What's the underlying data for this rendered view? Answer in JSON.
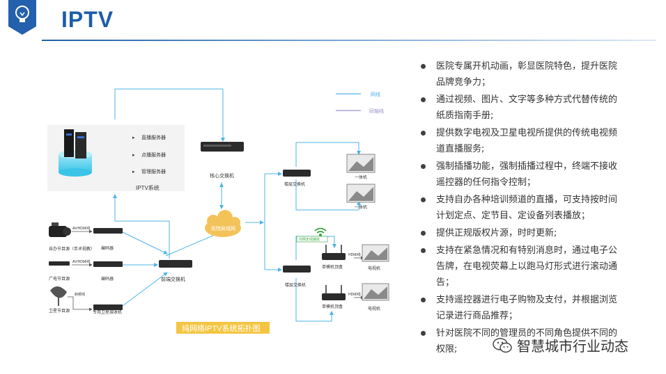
{
  "page": {
    "title": "IPTV"
  },
  "diagram": {
    "legend": {
      "network": "网线",
      "coax": "同轴线"
    },
    "iptv_system": {
      "label": "IPTV系统",
      "servers": [
        "直播服务器",
        "点播服务器",
        "管理服务器"
      ]
    },
    "core_switch": "核心交换机",
    "cloud": "医院局域网",
    "front_switch": "前端交换机",
    "floor_switch_top": "楼层交换机",
    "floor_switch_bottom": "楼层交换机",
    "all_in_one": [
      "一体机",
      "一体机"
    ],
    "sources": {
      "self_program": "自办节目源（手术视教）",
      "broadcast": "广电节目源",
      "satellite": "卫星节目源",
      "av_hdmi_1": "AV/HDMI线",
      "av_hdmi_2": "AV/HDMI线",
      "radio_freq": "射频线"
    },
    "encoders": [
      "编码器",
      "编码器"
    ],
    "satellite_receiver": "专用卫星接收机",
    "wireless_label": "内网无线接收",
    "stb": [
      "单模机顶盒",
      "单模机顶盒"
    ],
    "hdmi": [
      "HDMI线",
      "HDMI线"
    ],
    "tv": [
      "电视机",
      "电视机"
    ],
    "caption": "纯网络IPTV系统拓扑图"
  },
  "features": [
    "医院专属开机动画，彰显医院特色，提升医院品牌竞争力；",
    "通过视频、图片、文字等多种方式代替传统的纸质指南手册;",
    "提供数字电视及卫星电视所提供的传统电视频道直播服务;",
    "强制插播功能，强制插播过程中，终端不接收遥控器的任何指令控制；",
    "支持自办各种培训频道的直播，可支持按时间计划定点、定节目、定设备列表播放；",
    "提供正规版权片源，时时更新;",
    "支持在紧急情况和有特别消息时，通过电子公告牌，在电视荧幕上以跑马灯形式进行滚动通告；",
    "支持遥控器进行电子购物及支付，并根据浏览记录进行商品推荐；",
    "针对医院不同的管理员的不同角色提供不同的权限;"
  ],
  "watermark": "智慧城市行业动态",
  "colors": {
    "brand": "#1d5da8",
    "network_line": "#4db3e6",
    "coax_line": "#9b8fc9",
    "caption_bg": "#f4c542",
    "cloud": "#f3c35a"
  }
}
